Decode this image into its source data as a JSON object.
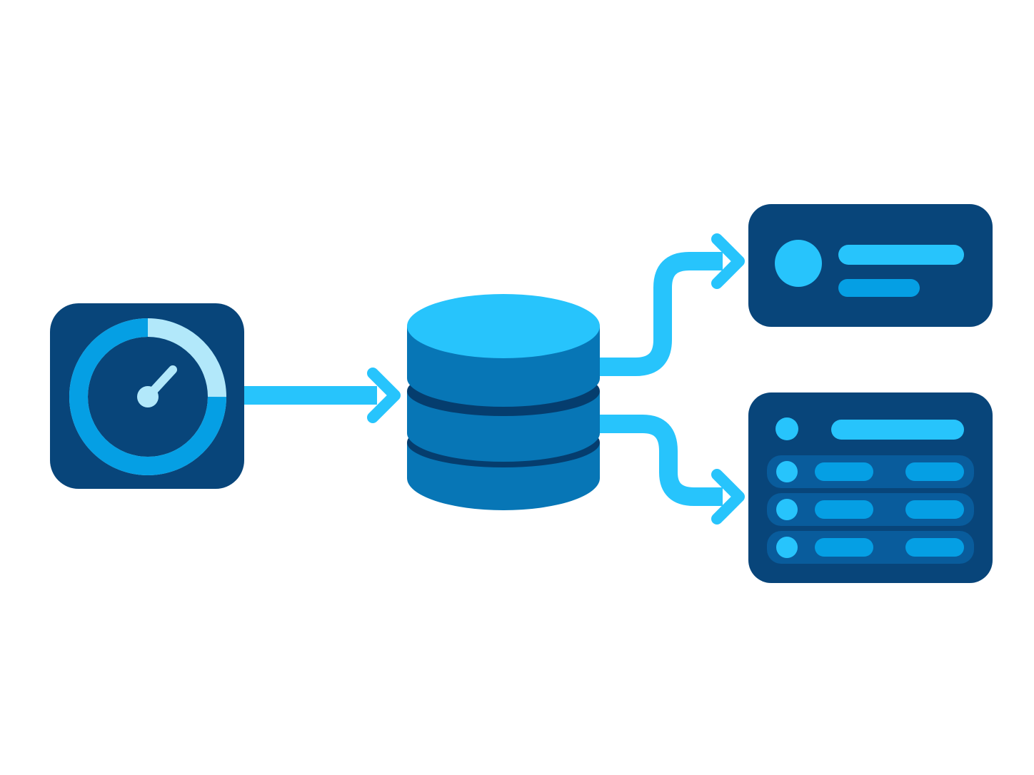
{
  "colors": {
    "background": "#ffffff",
    "panel_navy": "#08457a",
    "cyan": "#27c4fc",
    "mid_blue": "#0776b6",
    "bright_blue": "#059fe4",
    "light_cyan": "#b2e8fa",
    "deep_navy": "#053d6e",
    "row_blue": "#095c9c"
  },
  "nodes": {
    "gauge": {
      "icon": "speedometer-icon",
      "fill_fraction": 0.75
    },
    "database": {
      "icon": "database-cylinder-icon",
      "layers": 3
    },
    "profile_card": {
      "icon": "user-card-icon"
    },
    "data_table": {
      "icon": "table-list-icon",
      "rows": 3
    }
  },
  "edges": [
    {
      "from": "gauge",
      "to": "database"
    },
    {
      "from": "database",
      "to": "profile_card"
    },
    {
      "from": "database",
      "to": "data_table"
    }
  ]
}
